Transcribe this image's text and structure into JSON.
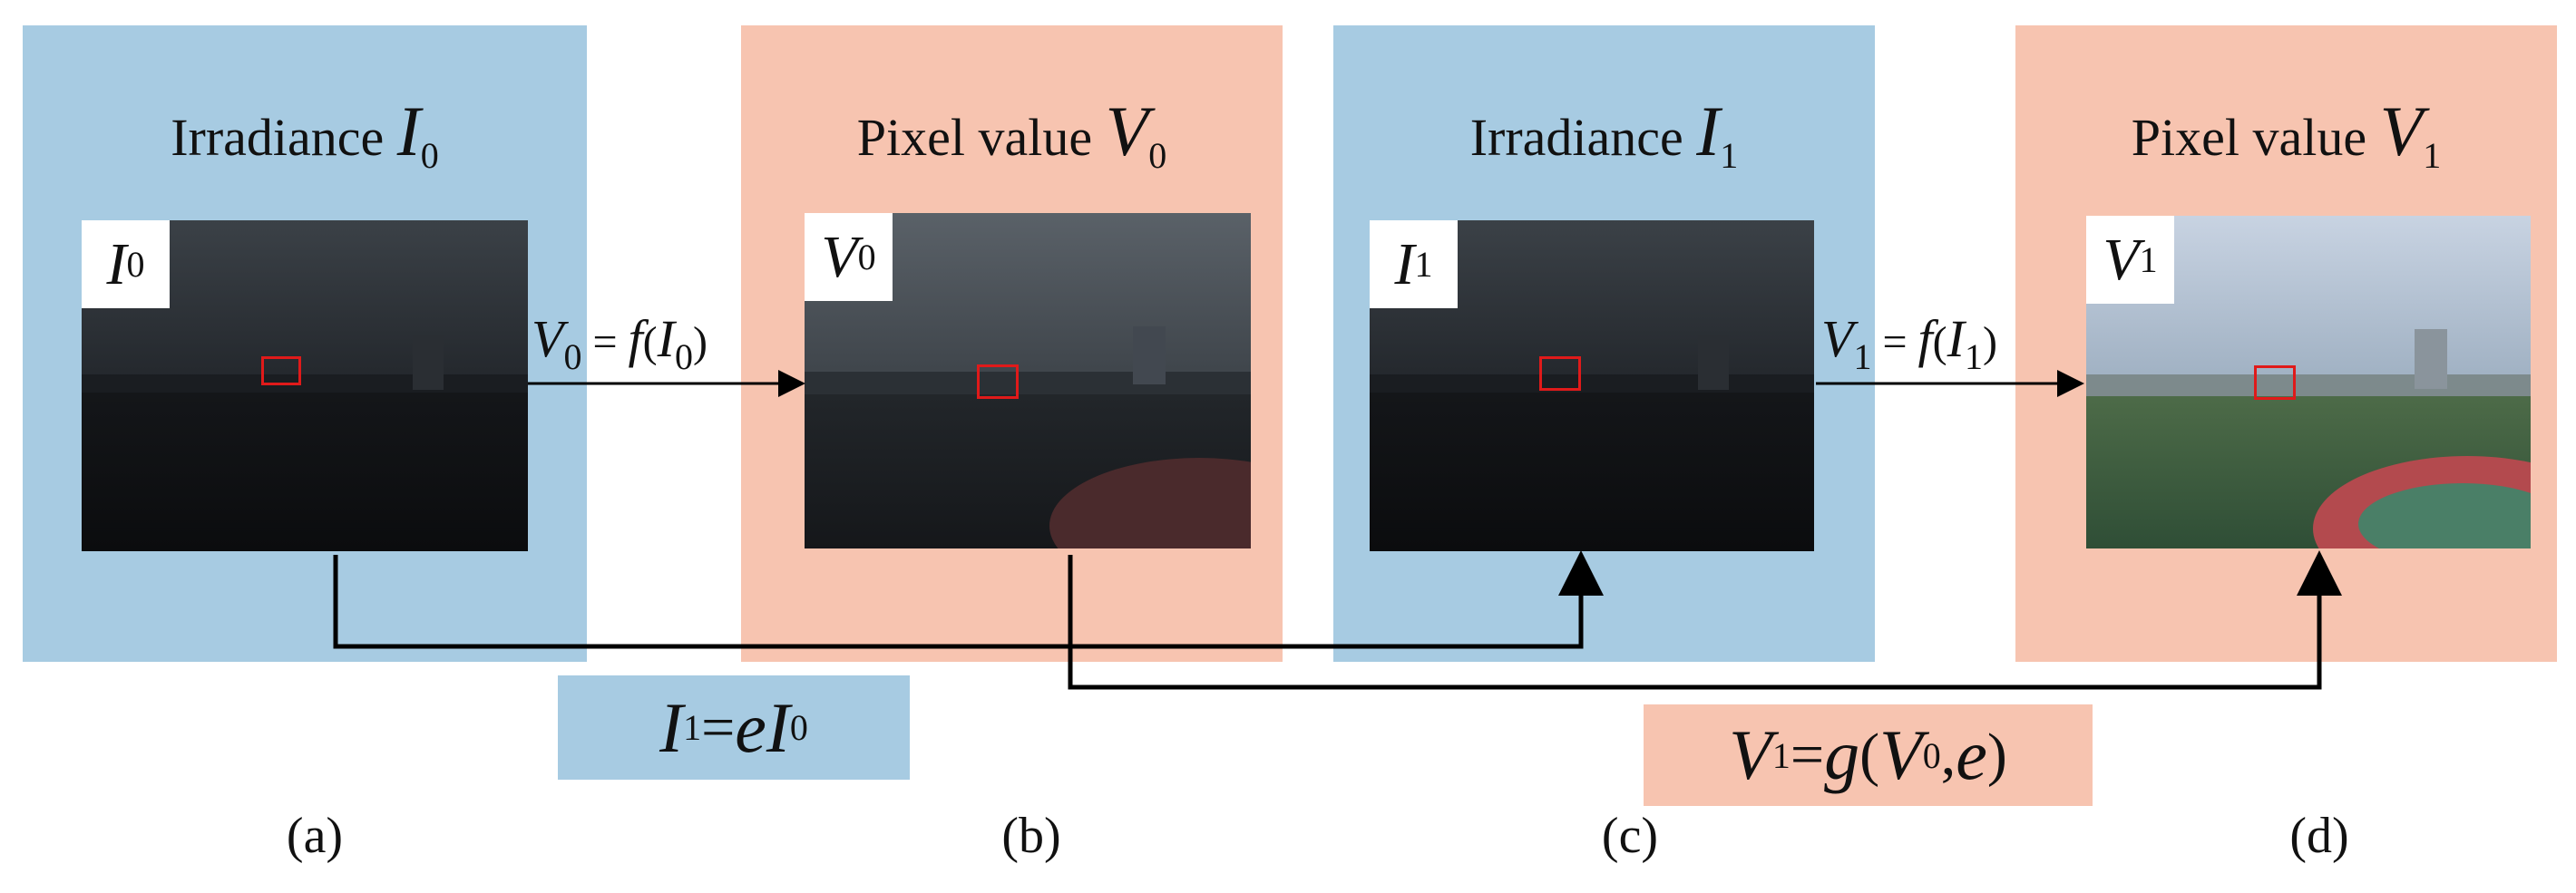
{
  "panels": [
    {
      "id": "a",
      "title_text": "Irradiance ",
      "var": "I",
      "sub": "0",
      "img_label_var": "I",
      "img_label_sub": "0",
      "color": "#a7cbe2",
      "brightness": "dark",
      "caption": "(a)"
    },
    {
      "id": "b",
      "title_text": "Pixel value ",
      "var": "V",
      "sub": "0",
      "img_label_var": "V",
      "img_label_sub": "0",
      "color": "#f7c4b0",
      "brightness": "dim",
      "caption": "(b)"
    },
    {
      "id": "c",
      "title_text": "Irradiance ",
      "var": "I",
      "sub": "1",
      "img_label_var": "I",
      "img_label_sub": "1",
      "color": "#a7cbe2",
      "brightness": "dark",
      "caption": "(c)"
    },
    {
      "id": "d",
      "title_text": "Pixel value ",
      "var": "V",
      "sub": "1",
      "img_label_var": "V",
      "img_label_sub": "1",
      "color": "#f7c4b0",
      "brightness": "bright",
      "caption": "(d)"
    }
  ],
  "equations": {
    "f0": {
      "lhs_var": "V",
      "lhs_sub": "0",
      "op": " = ",
      "fn": "f",
      "arg_var": "I",
      "arg_sub": "0"
    },
    "f1": {
      "lhs_var": "V",
      "lhs_sub": "1",
      "op": " = ",
      "fn": "f",
      "arg_var": "I",
      "arg_sub": "1"
    },
    "exposure": {
      "lhs_var": "I",
      "lhs_sub": "1",
      "op": " = ",
      "coef": "e",
      "rhs_var": "I",
      "rhs_sub": "0",
      "color": "#a7cbe2"
    },
    "mapping": {
      "lhs_var": "V",
      "lhs_sub": "1",
      "op": " = ",
      "fn": "g",
      "arg_var": "V",
      "arg_sub": "0",
      "sep": ", ",
      "arg2": "e",
      "color": "#f7c4b0"
    }
  },
  "colors": {
    "irradiance_panel": "#a7cbe2",
    "pixel_panel": "#f7c4b0",
    "target_box": "#e01a1a",
    "arrow": "#000000"
  }
}
